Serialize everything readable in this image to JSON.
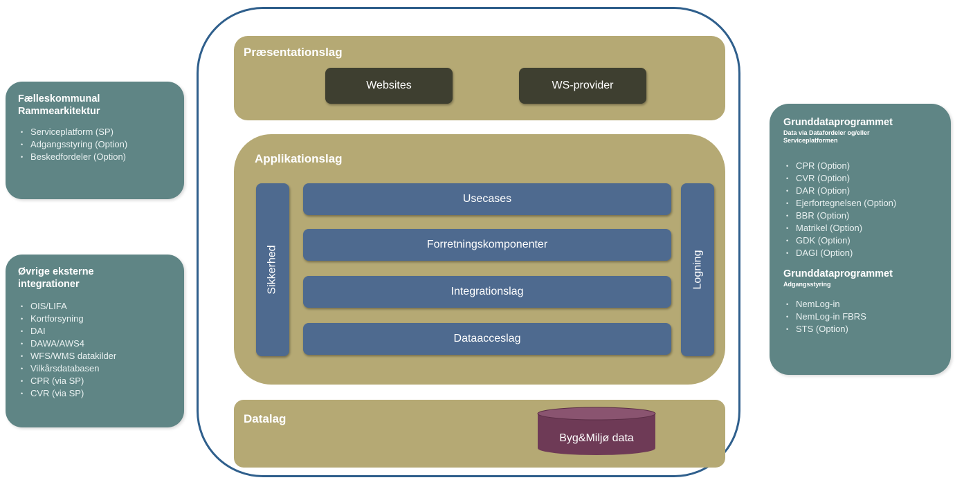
{
  "left_top": {
    "title_line1": "Fælleskommunal",
    "title_line2": "Rammearkitektur",
    "items": [
      "Serviceplatform (SP)",
      "Adgangsstyring (Option)",
      "Beskedfordeler (Option)"
    ]
  },
  "left_bottom": {
    "title_line1": "Øvrige eksterne",
    "title_line2": "integrationer",
    "items": [
      "OIS/LIFA",
      "Kortforsyning",
      "DAI",
      "DAWA/AWS4",
      "WFS/WMS datakilder",
      "Vilkårsdatabasen",
      "CPR (via SP)",
      "CVR (via SP)"
    ]
  },
  "right": {
    "section1": {
      "title": "Grunddataprogrammet",
      "subtitle_line1": "Data via Datafordeler og/eller",
      "subtitle_line2": "Serviceplatformen",
      "items": [
        "CPR (Option)",
        "CVR (Option)",
        "DAR (Option)",
        "Ejerfortegnelsen (Option)",
        "BBR (Option)",
        "Matrikel (Option)",
        "GDK (Option)",
        "DAGI (Option)"
      ]
    },
    "section2": {
      "title": "Grunddataprogrammet",
      "subtitle": "Adgangsstyring",
      "items": [
        "NemLog-in",
        "NemLog-in FBRS",
        "STS (Option)"
      ]
    }
  },
  "presentation": {
    "title": "Præsentationslag",
    "websites": "Websites",
    "ws_provider": "WS-provider"
  },
  "application": {
    "title": "Applikationslag",
    "security": "Sikkerhed",
    "logging": "Logning",
    "usecases": "Usecases",
    "business": "Forretningskomponenter",
    "integration": "Integrationslag",
    "data_access": "Dataacceslag"
  },
  "data_layer": {
    "title": "Datalag",
    "db": "Byg&Miljø data"
  },
  "colors": {
    "side_panel": "#5f8585",
    "layer": "#b5a974",
    "dark_button": "#3e3f30",
    "blue_bar": "#4e6a8f",
    "database": "#6e3a56",
    "container_border": "#2f5f8c"
  }
}
